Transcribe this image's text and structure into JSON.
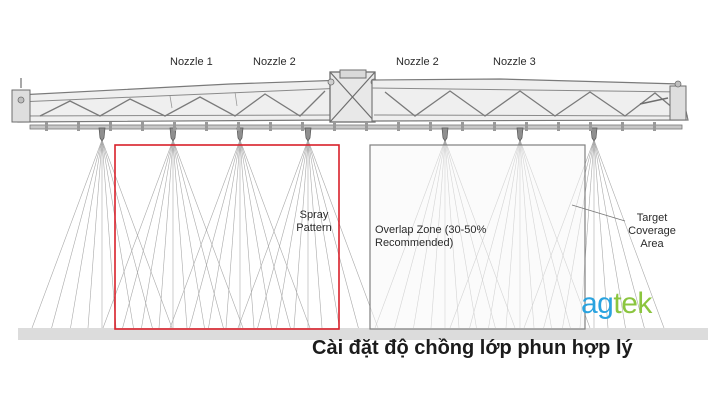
{
  "labels": {
    "nozzle_1": "Nozzle 1",
    "nozzle_2_left": "Nozzle 2",
    "nozzle_2_right": "Nozzle 2",
    "nozzle_3": "Nozzle 3",
    "spray_pattern_line1": "Spray",
    "spray_pattern_line2": "Pattern",
    "overlap_zone_line1": "Overlap Zone (30-50%",
    "overlap_zone_line2": "Recommended)",
    "target_line1": "Target",
    "target_line2": "Coverage",
    "target_line3": "Area"
  },
  "brand": {
    "part1": "ag",
    "part2": "tek",
    "color1": "#2aa3df",
    "color2": "#8bc53f"
  },
  "caption": "Cài đặt độ chồng lớp phun hợp lý",
  "colors": {
    "line": "#6d6d6d",
    "spray_box": "#d9202a",
    "ground": "#d9d9d9"
  }
}
